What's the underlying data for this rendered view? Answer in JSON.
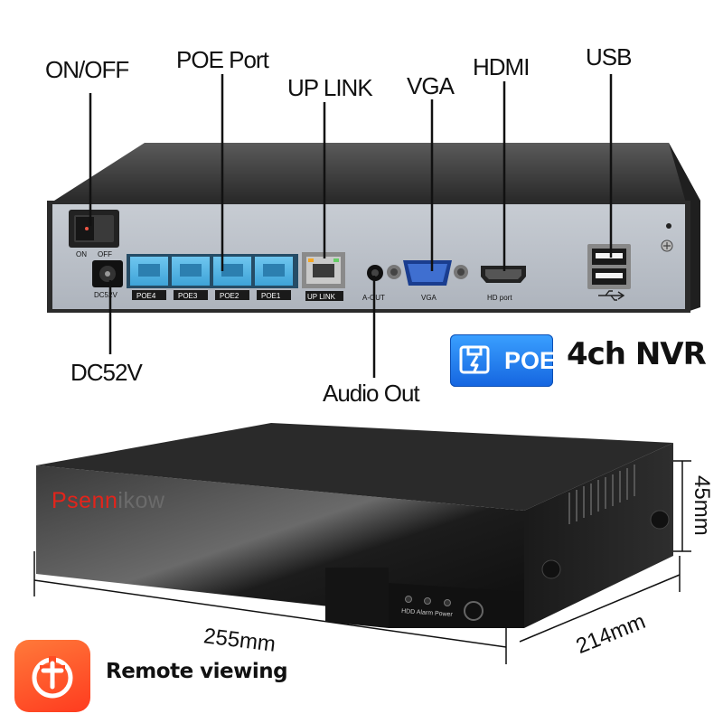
{
  "labels": {
    "on_off": "ON/OFF",
    "poe_port": "POE Port",
    "up_link": "UP LINK",
    "vga": "VGA",
    "hdmi": "HDMI",
    "usb": "USB",
    "dc52v": "DC52V",
    "audio_out": "Audio Out"
  },
  "panel": {
    "switch_on": "ON",
    "switch_off": "OFF",
    "dc_label": "DC52V",
    "ports": [
      "POE4",
      "POE3",
      "POE2",
      "POE1"
    ],
    "uplink_label": "UP LINK",
    "aout_label": "A-OUT",
    "vga_label": "VGA",
    "hd_label": "HD port"
  },
  "badge": {
    "poe_text": "POE",
    "nvr_text": "4ch NVR"
  },
  "device": {
    "brand_red": "Psenn",
    "brand_grey": "ikow",
    "led_labels": "HDD Alarm Power"
  },
  "dimensions": {
    "height": "45mm",
    "width": "255mm",
    "depth": "214mm"
  },
  "remote": {
    "text": "Remote viewing"
  },
  "colors": {
    "poe_blue": "#1e7bf0",
    "brand_red": "#e3241b",
    "tuya_orange": "#ff4d24"
  }
}
